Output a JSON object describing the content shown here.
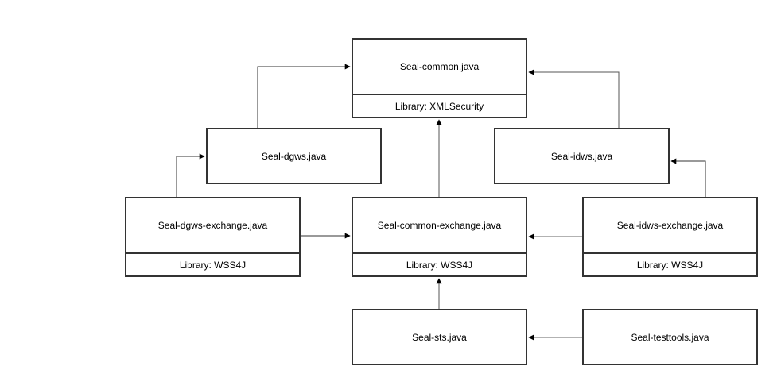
{
  "boxes": {
    "seal_common": {
      "name": "Seal-common.java",
      "library": "Library: XMLSecurity"
    },
    "seal_dgws": {
      "name": "Seal-dgws.java"
    },
    "seal_idws": {
      "name": "Seal-idws.java"
    },
    "seal_dgws_exchange": {
      "name": "Seal-dgws-exchange.java",
      "library": "Library: WSS4J"
    },
    "seal_common_exchange": {
      "name": "Seal-common-exchange.java",
      "library": "Library: WSS4J"
    },
    "seal_idws_exchange": {
      "name": "Seal-idws-exchange.java",
      "library": "Library: WSS4J"
    },
    "seal_sts": {
      "name": "Seal-sts.java"
    },
    "seal_testtools": {
      "name": "Seal-testtools.java"
    }
  },
  "edges": [
    {
      "from": "seal_dgws",
      "to": "seal_common"
    },
    {
      "from": "seal_idws",
      "to": "seal_common"
    },
    {
      "from": "seal_common_exchange",
      "to": "seal_common"
    },
    {
      "from": "seal_dgws_exchange",
      "to": "seal_dgws"
    },
    {
      "from": "seal_idws_exchange",
      "to": "seal_idws"
    },
    {
      "from": "seal_dgws_exchange",
      "to": "seal_common_exchange"
    },
    {
      "from": "seal_idws_exchange",
      "to": "seal_common_exchange"
    },
    {
      "from": "seal_sts",
      "to": "seal_common_exchange"
    },
    {
      "from": "seal_testtools",
      "to": "seal_sts"
    }
  ],
  "colors": {
    "box_border": "#333333",
    "edge_line": "#333333",
    "edge_line_light": "#555555",
    "background": "#ffffff"
  }
}
